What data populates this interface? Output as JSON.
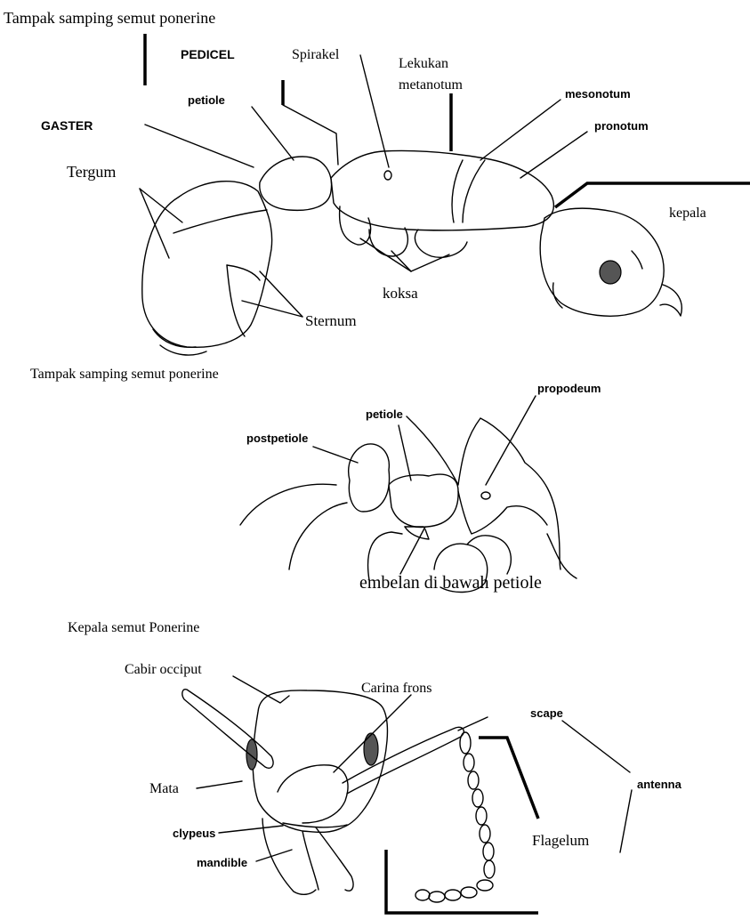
{
  "panel_side": {
    "title": "Tampak samping semut ponerine",
    "labels": {
      "pedicel": "PEDICEL",
      "spirakel": "Spirakel",
      "lekukan_metanotum": [
        "Lekukan",
        "metanotum"
      ],
      "mesonotum": "mesonotum",
      "petiole": "petiole",
      "gaster": "GASTER",
      "pronotum": "pronotum",
      "tergum": "Tergum",
      "kepala": "kepala",
      "koksa": "koksa",
      "sternum": "Sternum"
    }
  },
  "panel_pedicel": {
    "title": "Tampak samping semut ponerine",
    "labels": {
      "propodeum": "propodeum",
      "petiole": "petiole",
      "postpetiole": "postpetiole",
      "tembelan": "embelan di bawah petiole"
    }
  },
  "panel_head": {
    "title": "Kepala semut Ponerine",
    "labels": {
      "cabir_occiput": "Cabir occiput",
      "carina_frons": "Carina frons",
      "scape": "scape",
      "antenna": "antenna",
      "mata": "Mata",
      "clypeus": "clypeus",
      "flagelum": "Flagelum",
      "mandible": "mandible"
    }
  }
}
